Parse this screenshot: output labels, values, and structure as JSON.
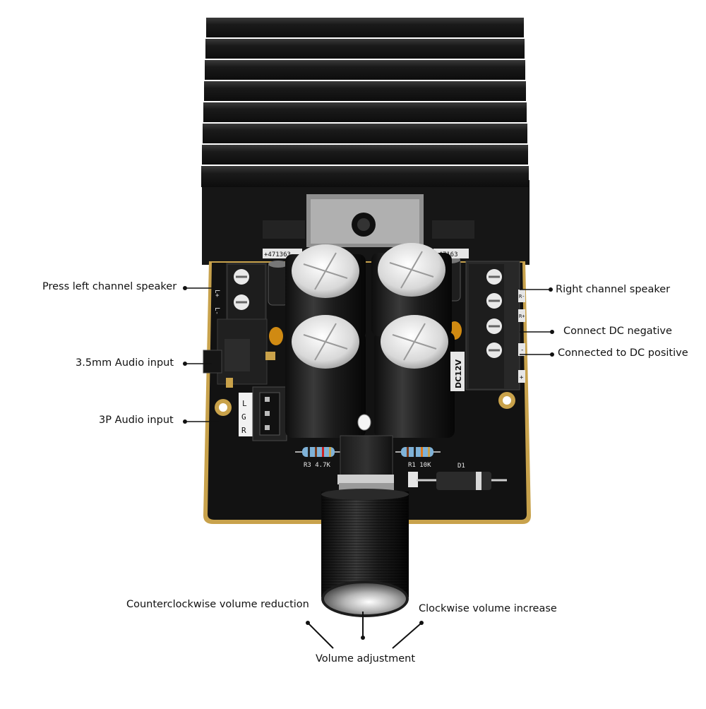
{
  "labels": {
    "left_speaker": "Press left channel speaker",
    "audio_35mm": "3.5mm Audio input",
    "audio_3p": "3P Audio input",
    "right_speaker": "Right channel speaker",
    "dc_negative": "Connect DC negative",
    "dc_positive": "Connected to DC positive",
    "ccw_volume": "Counterclockwise volume reduction",
    "cw_volume": "Clockwise volume increase",
    "volume_adjust": "Volume adjustment"
  },
  "board_marks": {
    "dc12v": "DC12V",
    "r3": "R3 4.7K",
    "r1": "R1 10K",
    "cap_left": "+471363",
    "cap_right": "+47163",
    "pin_l": "L",
    "pin_g": "G",
    "pin_r": "R",
    "r_plus": "R+",
    "r_minus": "R-",
    "l_plus": "L+",
    "l_minus": "L-",
    "minus": "-",
    "plus": "+",
    "d1": "D1"
  },
  "colors": {
    "pcb": "#121212",
    "heatsink": "#1c1c1c",
    "pad": "#c9a24a",
    "terminal": "#2a2a2a"
  }
}
